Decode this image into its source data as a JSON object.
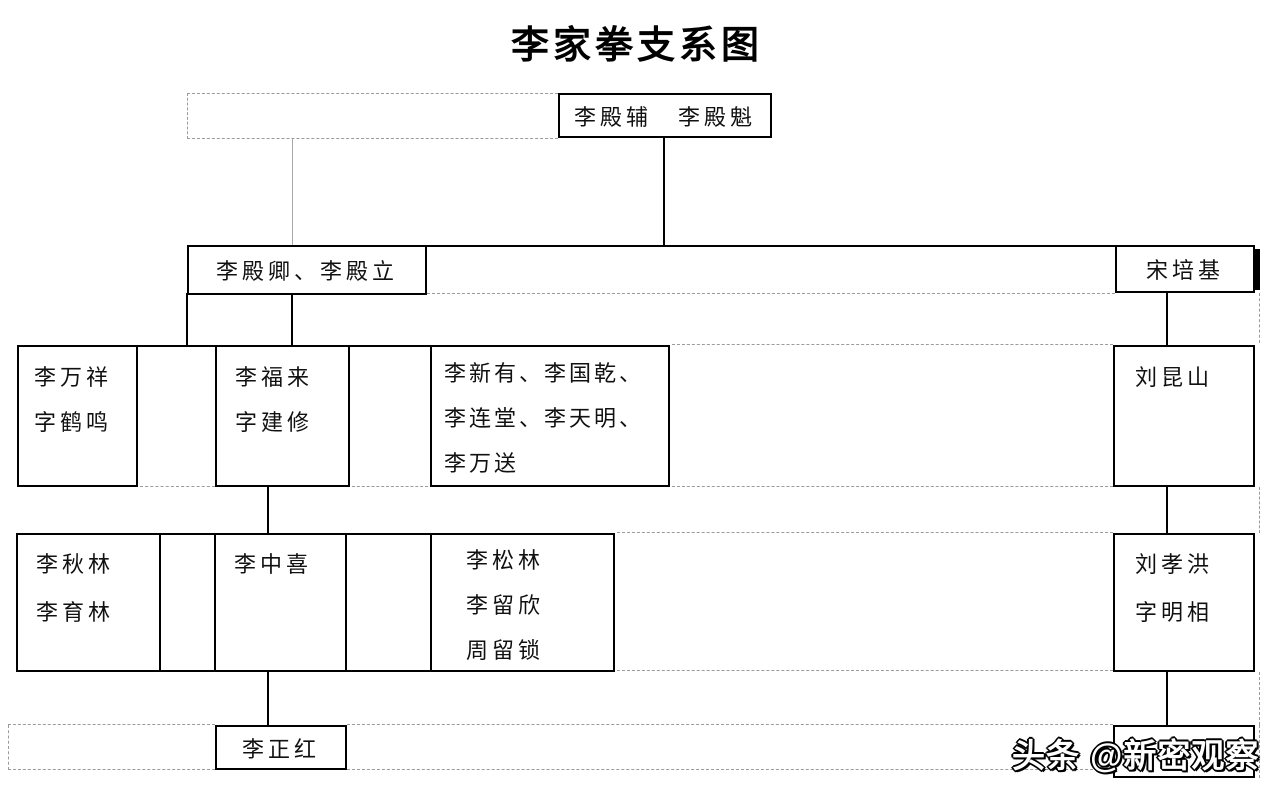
{
  "title": "李家拳支系图",
  "colors": {
    "line": "#000000",
    "gridline": "#9b9b9b",
    "background": "#ffffff"
  },
  "nodes": {
    "gen1": {
      "lines": [
        "李殿辅　李殿魁"
      ]
    },
    "gen2_left": {
      "lines": [
        "李殿卿、李殿立"
      ]
    },
    "gen2_right": {
      "lines": [
        "宋培基"
      ]
    },
    "gen3_1": {
      "lines": [
        "李万祥",
        "字鹤鸣"
      ]
    },
    "gen3_2": {
      "lines": [
        "李福来",
        "字建修"
      ]
    },
    "gen3_3": {
      "lines": [
        "李新有、李国乾、",
        "李连堂、李天明、",
        "李万送"
      ]
    },
    "gen3_4": {
      "lines": [
        "刘昆山"
      ]
    },
    "gen4_1": {
      "lines": [
        "李秋林",
        "李育林"
      ]
    },
    "gen4_2": {
      "lines": [
        "李中喜"
      ]
    },
    "gen4_3": {
      "lines": [
        "李松林",
        "李留欣",
        "周留锁"
      ]
    },
    "gen4_4": {
      "lines": [
        "刘孝洪",
        "字明相"
      ]
    },
    "gen5_1": {
      "lines": [
        "李正红"
      ]
    }
  },
  "watermark": {
    "text": "头条 @新密观察"
  }
}
